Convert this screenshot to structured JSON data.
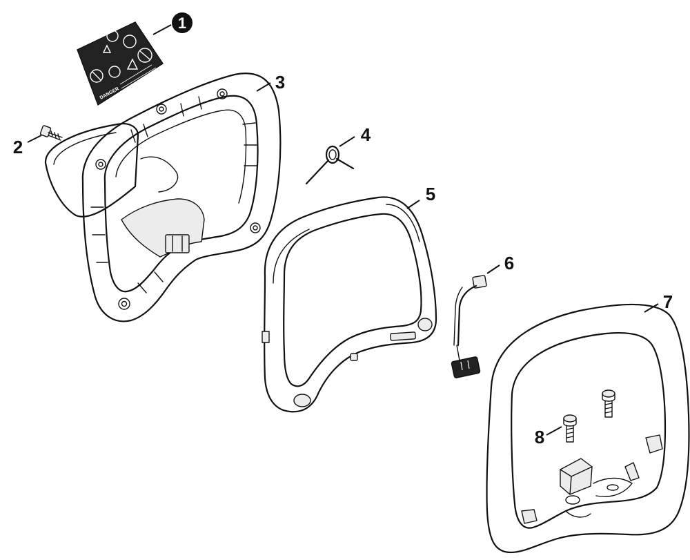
{
  "diagram": {
    "callouts": [
      {
        "id": "c1",
        "label": "1",
        "style": "inverted-circle"
      },
      {
        "id": "c2",
        "label": "2"
      },
      {
        "id": "c3",
        "label": "3"
      },
      {
        "id": "c4",
        "label": "4"
      },
      {
        "id": "c5",
        "label": "5"
      },
      {
        "id": "c6",
        "label": "6"
      },
      {
        "id": "c7",
        "label": "7"
      },
      {
        "id": "c8",
        "label": "8"
      }
    ],
    "decal": {
      "warning_word": "DANGER",
      "colors": {
        "background": "#111111",
        "symbols": "#ffffff"
      }
    },
    "colors": {
      "line": "#111111",
      "background": "#ffffff",
      "fill_light": "#ececec"
    }
  }
}
